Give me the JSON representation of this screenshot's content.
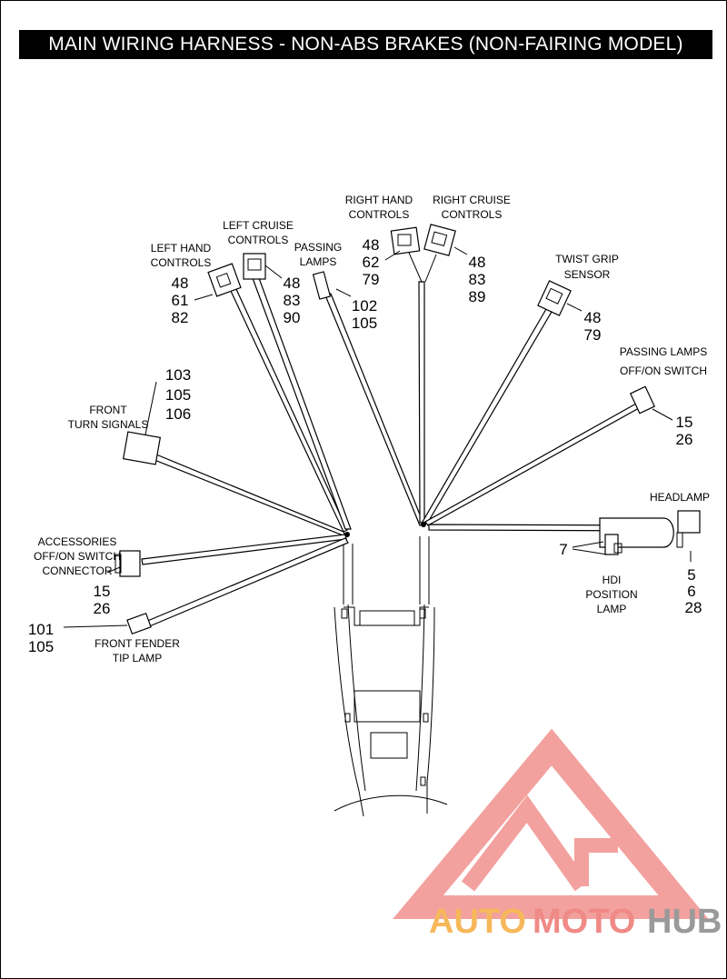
{
  "title": "MAIN WIRING HARNESS - NON-ABS BRAKES (NON-FAIRING MODEL)",
  "components": {
    "left_hand_controls": {
      "label": [
        "LEFT HAND",
        "CONTROLS"
      ],
      "refs": [
        "48",
        "61",
        "82"
      ]
    },
    "left_cruise_controls": {
      "label": [
        "LEFT CRUISE",
        "CONTROLS"
      ],
      "refs": [
        "48",
        "83",
        "90"
      ]
    },
    "passing_lamps": {
      "label": [
        "PASSING",
        "LAMPS"
      ],
      "refs": [
        "102",
        "105"
      ]
    },
    "right_hand_controls": {
      "label": [
        "RIGHT HAND",
        "CONTROLS"
      ],
      "refs": [
        "48",
        "62",
        "79"
      ]
    },
    "right_cruise_controls": {
      "label": [
        "RIGHT CRUISE",
        "CONTROLS"
      ],
      "refs": [
        "48",
        "83",
        "89"
      ]
    },
    "twist_grip_sensor": {
      "label": [
        "TWIST GRIP",
        "SENSOR"
      ],
      "refs": [
        "48",
        "79"
      ]
    },
    "passing_lamps_switch": {
      "label": [
        "PASSING LAMPS",
        "OFF/ON SWITCH"
      ],
      "refs": [
        "15",
        "26"
      ]
    },
    "front_turn_signals": {
      "label": [
        "FRONT",
        "TURN SIGNALS"
      ],
      "refs": [
        "103",
        "105",
        "106"
      ]
    },
    "headlamp": {
      "label": [
        "HEADLAMP"
      ],
      "refs": [
        "5",
        "6",
        "28"
      ]
    },
    "hdi_position_lamp": {
      "label": [
        "HDI",
        "POSITION",
        "LAMP"
      ],
      "refs": [
        "7"
      ]
    },
    "accessories_switch": {
      "label": [
        "ACCESSORIES",
        "OFF/ON SWITCH",
        "CONNECTOR"
      ],
      "refs": [
        "15",
        "26"
      ]
    },
    "front_fender_tip_lamp": {
      "label": [
        "FRONT FENDER",
        "TIP LAMP"
      ],
      "refs": [
        "101",
        "105"
      ]
    }
  },
  "watermark": {
    "part1": "AUTO",
    "part2": "MOTO",
    "part3": "HUB"
  },
  "colors": {
    "watermark_red": "#f08a86",
    "watermark_orange": "#f6b85a",
    "watermark_gray": "#9a9a9a"
  }
}
